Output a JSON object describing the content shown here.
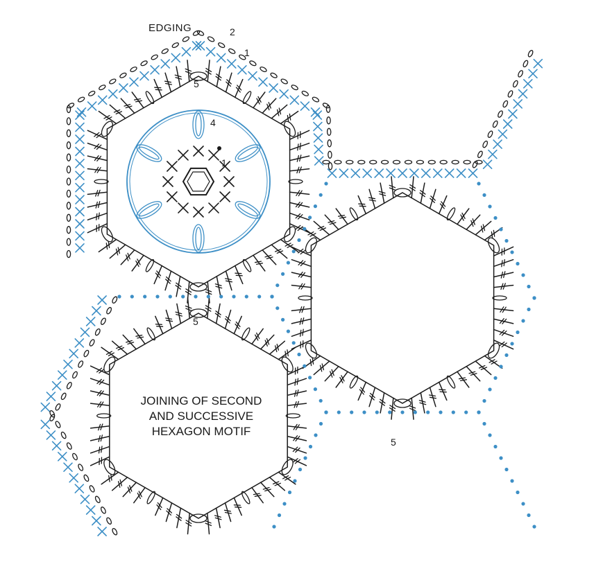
{
  "labels": {
    "edging_title": "EDGING",
    "edging_round_2": "2",
    "edging_round_1": "1",
    "round_5_top": "5",
    "round_4": "4",
    "round_1_center": "1",
    "round_5_lower": "5",
    "round_5_right": "5"
  },
  "caption": {
    "line1": "JOINING OF SECOND",
    "line2": "AND SUCCESSIVE",
    "line3": "HEXAGON MOTIF"
  },
  "colors": {
    "ink": "#1a1a1a",
    "accent_blue": "#3d8fc6",
    "background": "#ffffff"
  },
  "symbols": {
    "center_ring": "chain-ring",
    "round_2": "single-crochet-x",
    "round_4": "puff-cluster",
    "round_5": "treble-crochet",
    "joining": "slip-stitch-dot",
    "edging_1": "single-crochet-x",
    "edging_2": "chain-loop"
  }
}
